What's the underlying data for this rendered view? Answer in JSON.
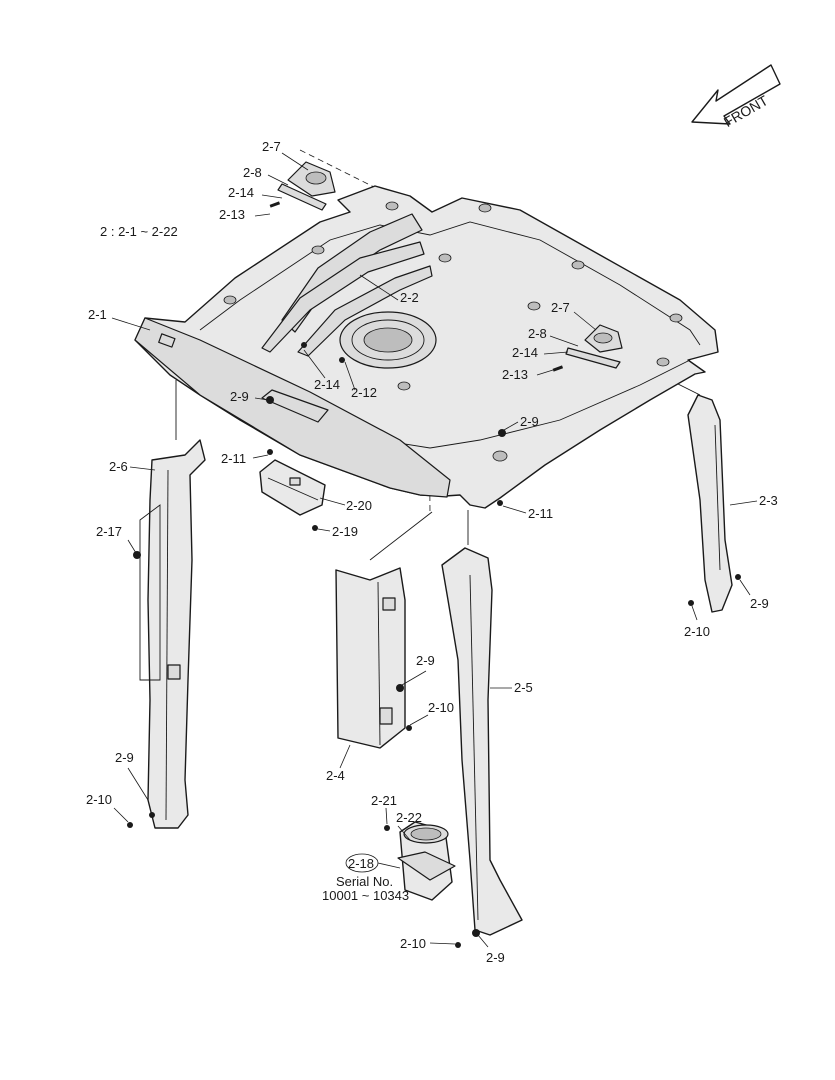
{
  "front_arrow": {
    "label": "FRONT"
  },
  "group_note": "2 : 2-1 ~ 2-22",
  "serial_note": {
    "line1": "Serial No.",
    "line2": "10001 ~ 10343"
  },
  "callouts": [
    {
      "id": "c-2-7a",
      "text": "2-7",
      "circled": false
    },
    {
      "id": "c-2-8a",
      "text": "2-8",
      "circled": false
    },
    {
      "id": "c-2-14a",
      "text": "2-14",
      "circled": false
    },
    {
      "id": "c-2-13a",
      "text": "2-13",
      "circled": false
    },
    {
      "id": "c-2-1",
      "text": "2-1",
      "circled": false
    },
    {
      "id": "c-2-2",
      "text": "2-2",
      "circled": false
    },
    {
      "id": "c-2-14b",
      "text": "2-14",
      "circled": false
    },
    {
      "id": "c-2-12",
      "text": "2-12",
      "circled": false
    },
    {
      "id": "c-2-7b",
      "text": "2-7",
      "circled": false
    },
    {
      "id": "c-2-8b",
      "text": "2-8",
      "circled": false
    },
    {
      "id": "c-2-14c",
      "text": "2-14",
      "circled": false
    },
    {
      "id": "c-2-13b",
      "text": "2-13",
      "circled": false
    },
    {
      "id": "c-2-9a",
      "text": "2-9",
      "circled": false
    },
    {
      "id": "c-2-9b",
      "text": "2-9",
      "circled": false
    },
    {
      "id": "c-2-11a",
      "text": "2-11",
      "circled": false
    },
    {
      "id": "c-2-11b",
      "text": "2-11",
      "circled": false
    },
    {
      "id": "c-2-20",
      "text": "2-20",
      "circled": false
    },
    {
      "id": "c-2-19",
      "text": "2-19",
      "circled": false
    },
    {
      "id": "c-2-6",
      "text": "2-6",
      "circled": false
    },
    {
      "id": "c-2-17",
      "text": "2-17",
      "circled": false
    },
    {
      "id": "c-2-3",
      "text": "2-3",
      "circled": false
    },
    {
      "id": "c-2-9c",
      "text": "2-9",
      "circled": false
    },
    {
      "id": "c-2-10a",
      "text": "2-10",
      "circled": false
    },
    {
      "id": "c-2-9d",
      "text": "2-9",
      "circled": false
    },
    {
      "id": "c-2-10b",
      "text": "2-10",
      "circled": false
    },
    {
      "id": "c-2-5",
      "text": "2-5",
      "circled": false
    },
    {
      "id": "c-2-4",
      "text": "2-4",
      "circled": false
    },
    {
      "id": "c-2-9e",
      "text": "2-9",
      "circled": false
    },
    {
      "id": "c-2-10c",
      "text": "2-10",
      "circled": false
    },
    {
      "id": "c-2-21",
      "text": "2-21",
      "circled": false
    },
    {
      "id": "c-2-22",
      "text": "2-22",
      "circled": false
    },
    {
      "id": "c-2-18",
      "text": "2-18",
      "circled": true
    },
    {
      "id": "c-2-10d",
      "text": "2-10",
      "circled": false
    },
    {
      "id": "c-2-9f",
      "text": "2-9",
      "circled": false
    }
  ]
}
